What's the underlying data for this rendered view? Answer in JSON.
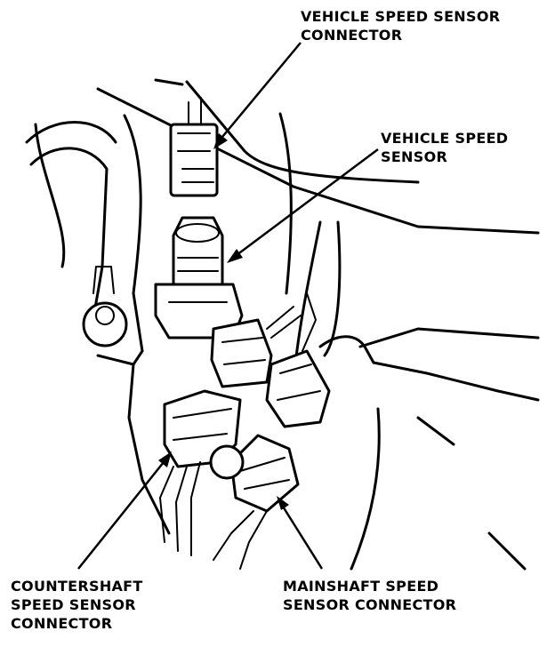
{
  "callouts": {
    "vehicle_speed_sensor_connector": [
      "VEHICLE SPEED SENSOR",
      "CONNECTOR"
    ],
    "vehicle_speed_sensor": [
      "VEHICLE SPEED",
      "SENSOR"
    ],
    "countershaft_speed_sensor_connector": [
      "COUNTERSHAFT",
      "SPEED SENSOR",
      "CONNECTOR"
    ],
    "mainshaft_speed_sensor_connector": [
      "MAINSHAFT SPEED",
      "SENSOR CONNECTOR"
    ]
  }
}
